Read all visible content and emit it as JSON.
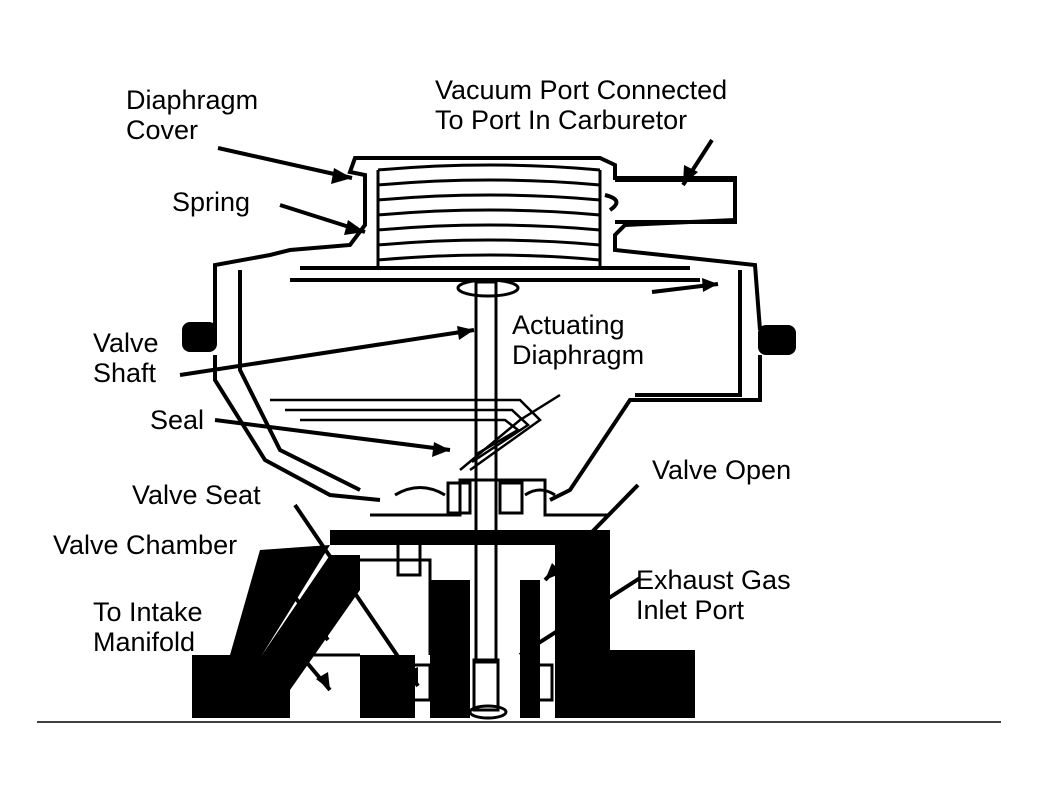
{
  "labels": {
    "diaphragm_cover": [
      "Diaphragm",
      "Cover"
    ],
    "vacuum_port": [
      "Vacuum Port Connected",
      "To Port In Carburetor"
    ],
    "spring": [
      "Spring"
    ],
    "valve_shaft": [
      "Valve",
      "Shaft"
    ],
    "actuating_diaphragm": [
      "Actuating",
      "Diaphragm"
    ],
    "seal": [
      "Seal"
    ],
    "valve_open": [
      "Valve Open"
    ],
    "valve_seat": [
      "Valve Seat"
    ],
    "valve_chamber": [
      "Valve Chamber"
    ],
    "exhaust_gas_inlet": [
      "Exhaust Gas",
      "Inlet Port"
    ],
    "to_intake_manifold": [
      "To Intake",
      "Manifold"
    ]
  },
  "colors": {
    "ink": "#000000",
    "paper": "#ffffff"
  }
}
